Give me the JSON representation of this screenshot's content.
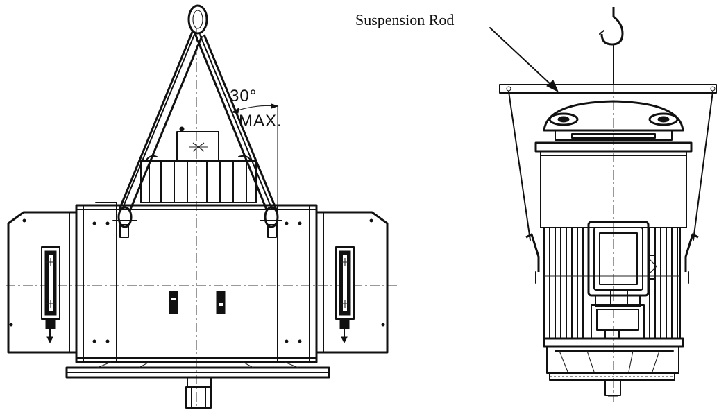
{
  "callouts": {
    "suspension_rod": "Suspension Rod"
  },
  "angle_note": {
    "value": "30°",
    "limit": "MAX."
  }
}
